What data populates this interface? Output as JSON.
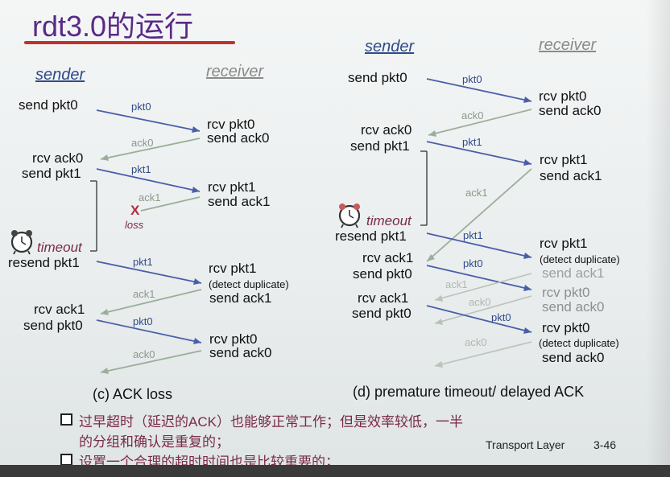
{
  "title": "rdt3.0的运行",
  "panel_c": {
    "sender_header": "sender",
    "receiver_header": "receiver",
    "sender_labels": [
      "send pkt0",
      "rcv ack0",
      "send pkt1",
      "timeout",
      "resend pkt1",
      "rcv ack1",
      "send pkt0"
    ],
    "receiver_labels": [
      "rcv pkt0",
      "send ack0",
      "rcv pkt1",
      "send ack1",
      "rcv pkt1",
      "(detect duplicate)",
      "send ack1",
      "rcv pkt0",
      "send ack0"
    ],
    "message_labels": [
      "pkt0",
      "ack0",
      "pkt1",
      "ack1",
      "pkt1",
      "ack1",
      "pkt0",
      "ack0"
    ],
    "loss_mark": "X",
    "loss_label": "loss",
    "caption": "(c) ACK loss"
  },
  "panel_d": {
    "sender_header": "sender",
    "receiver_header": "receiver",
    "sender_labels": [
      "send pkt0",
      "rcv ack0",
      "send pkt1",
      "timeout",
      "resend pkt1",
      "rcv ack1",
      "send pkt0",
      "rcv ack1",
      "send pkt0"
    ],
    "receiver_labels": [
      "rcv pkt0",
      "send ack0",
      "rcv pkt1",
      "send ack1",
      "rcv pkt1",
      "(detect duplicate)",
      "send ack1",
      "rcv pkt0",
      "send ack0",
      "rcv pkt0",
      "(detect duplicate)",
      "send ack0"
    ],
    "message_labels": [
      "pkt0",
      "ack0",
      "pkt1",
      "ack1",
      "pkt1",
      "pkt0",
      "ack1",
      "ack0",
      "pkt0",
      "ack0"
    ],
    "caption": "(d) premature timeout/ delayed ACK"
  },
  "bullets": [
    "过早超时（延迟的ACK）也能够正常工作；但是效率较低，一半",
    "的分组和确认是重复的；",
    "设置一个合理的超时时间也是比较重要的；"
  ],
  "footer": {
    "course": "Transport Layer",
    "page": "3-46"
  },
  "colors": {
    "title": "#5a2a86",
    "underline": "#c0322c",
    "pkt_line": "#4a5fa8",
    "ack_line": "#9aae9a",
    "timeout_text": "#7a2a4a"
  },
  "icons": [
    "alarm-clock-icon",
    "loss-x-icon"
  ]
}
